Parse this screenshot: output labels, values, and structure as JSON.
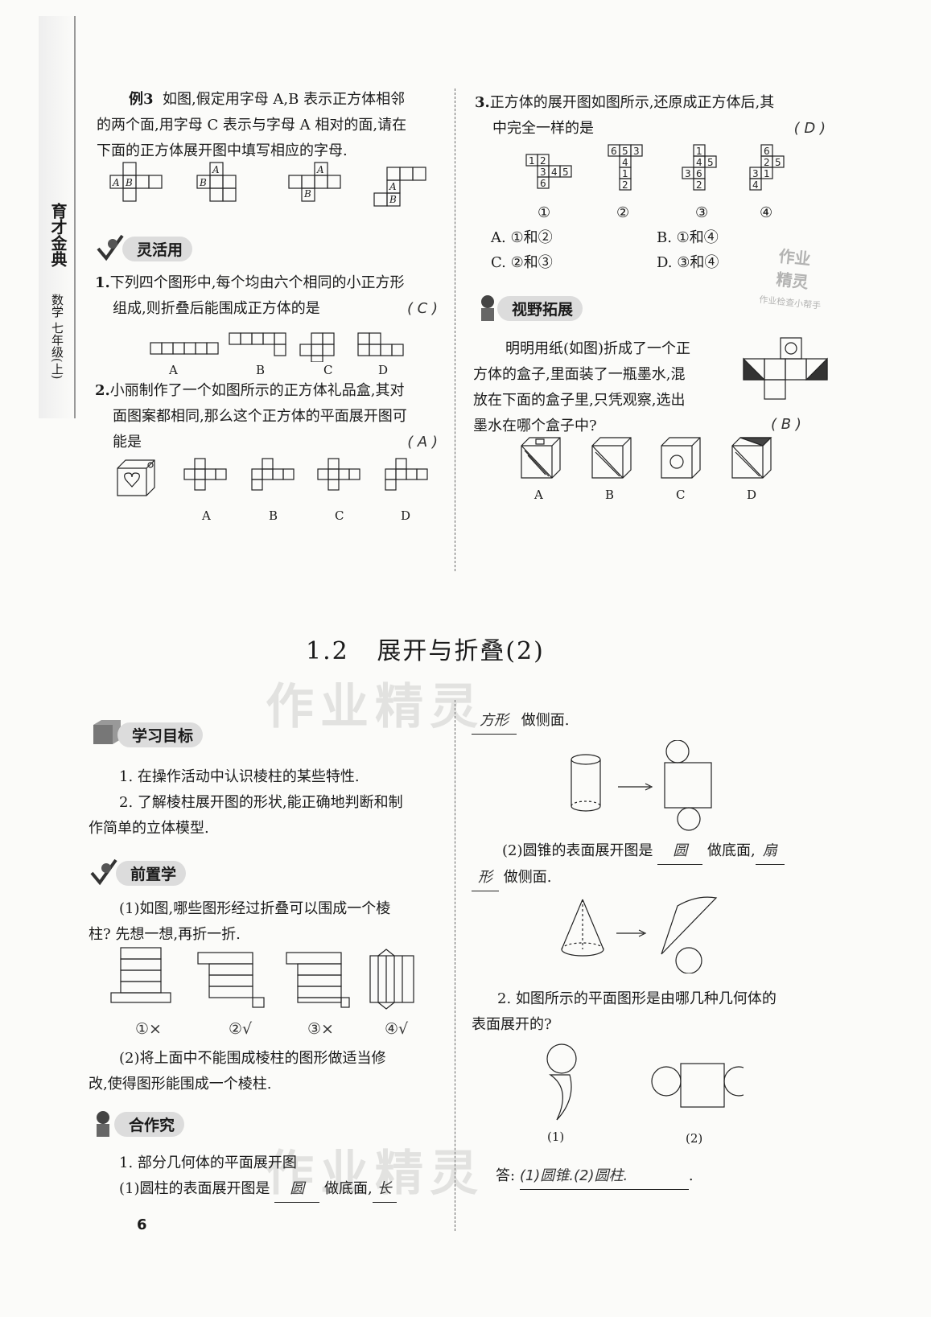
{
  "side_tab": {
    "title": "育才金典",
    "subject": "数学 七年级(上)"
  },
  "example3": {
    "label": "例3",
    "text1": "如图,假定用字母 A,B 表示正方体相邻",
    "text2": "的两个面,用字母 C 表示与字母 A 相对的面,请在",
    "text3": "下面的正方体展开图中填写相应的字母."
  },
  "sections": {
    "flexible": "灵活用",
    "horizon": "视野拓展",
    "goals": "学习目标",
    "preview": "前置学",
    "cooperate": "合作究"
  },
  "q1": {
    "num": "1.",
    "line1": "下列四个图形中,每个均由六个相同的小正方形",
    "line2": "组成,则折叠后能围成正方体的是",
    "answer": "( C )",
    "options": [
      "A",
      "B",
      "C",
      "D"
    ]
  },
  "q2": {
    "num": "2.",
    "line1": "小丽制作了一个如图所示的正方体礼品盒,其对",
    "line2": "面图案都相同,那么这个正方体的平面展开图可",
    "line3": "能是",
    "answer": "( A )",
    "options": [
      "A",
      "B",
      "C",
      "D"
    ]
  },
  "q3": {
    "num": "3.",
    "line1": "正方体的展开图如图所示,还原成正方体后,其",
    "line2": "中完全一样的是",
    "answer": "( D )",
    "figs": [
      "①",
      "②",
      "③",
      "④"
    ],
    "optA": "A. ①和②",
    "optB": "B. ①和④",
    "optC": "C. ②和③",
    "optD": "D. ③和④"
  },
  "stamp": {
    "line1": "作业",
    "line2": "精灵",
    "line3": "作业检查小帮手"
  },
  "horizon_q": {
    "line1": "明明用纸(如图)折成了一个正",
    "line2": "方体的盒子,里面装了一瓶墨水,混",
    "line3": "放在下面的盒子里,只凭观察,选出",
    "line4": "墨水在哪个盒子中?",
    "answer": "( B )",
    "options": [
      "A",
      "B",
      "C",
      "D"
    ]
  },
  "section_title": {
    "num": "1.2",
    "text": "展开与折叠(2)"
  },
  "goals": {
    "g1": "1. 在操作活动中认识棱柱的某些特性.",
    "g2a": "2. 了解棱柱展开图的形状,能正确地判断和制",
    "g2b": "作简单的立体模型."
  },
  "preview": {
    "p1a": "(1)如图,哪些图形经过折叠可以围成一个棱",
    "p1b": "柱? 先想一想,再折一折.",
    "marks": [
      "①×",
      "②√",
      "③×",
      "④√"
    ],
    "p2a": "(2)将上面中不能围成棱柱的图形做适当修",
    "p2b": "改,使得图形能围成一个棱柱."
  },
  "coop": {
    "c1": "1. 部分几何体的平面展开图",
    "cyl_prefix": "(1)圆柱的表面展开图是",
    "cyl_ans1": "圆",
    "cyl_mid": "做底面,",
    "cyl_ans2": "长",
    "cyl_ans2b": "方形",
    "cyl_end": "做侧面.",
    "cone_prefix": "(2)圆锥的表面展开图是",
    "cone_ans1": "圆",
    "cone_mid": "做底面,",
    "cone_ans2": "扇",
    "cone_ans2b": "形",
    "cone_end": "做侧面.",
    "q2_line1": "2. 如图所示的平面图形是由哪几种几何体的",
    "q2_line2": "表面展开的?",
    "fig_labels": [
      "(1)",
      "(2)"
    ],
    "answer_prefix": "答:",
    "answer": "(1)圆锥.(2)圆柱."
  },
  "page_number": "6",
  "watermark": "作业精灵"
}
